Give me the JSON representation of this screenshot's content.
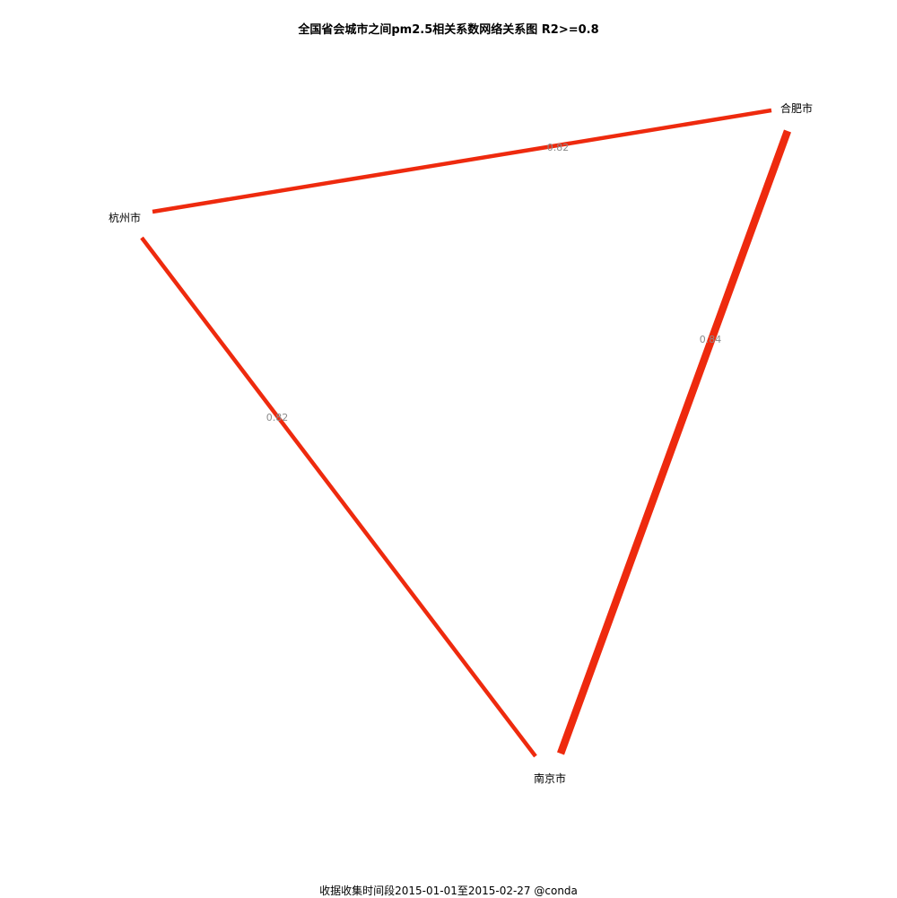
{
  "title": "全国省会城市之间pm2.5相关系数网络关系图 R2>=0.8",
  "footer": "收据收集时间段2015-01-01至2015-02-27 @conda",
  "colors": {
    "edge": "#ee2a0e",
    "edge_label": "#8a8a8a",
    "node_label": "#000000"
  },
  "nodes": [
    {
      "id": "hefei",
      "label": "合肥市"
    },
    {
      "id": "hangzhou",
      "label": "杭州市"
    },
    {
      "id": "nanjing",
      "label": "南京市"
    }
  ],
  "edges": [
    {
      "id": "hangzhou-hefei",
      "source": "hangzhou",
      "target": "hefei",
      "weight": 0.82,
      "label": "0.82"
    },
    {
      "id": "hefei-nanjing",
      "source": "hefei",
      "target": "nanjing",
      "weight": 0.84,
      "label": "0.84"
    },
    {
      "id": "hangzhou-nanjing",
      "source": "hangzhou",
      "target": "nanjing",
      "weight": 0.82,
      "label": "0.82"
    }
  ]
}
